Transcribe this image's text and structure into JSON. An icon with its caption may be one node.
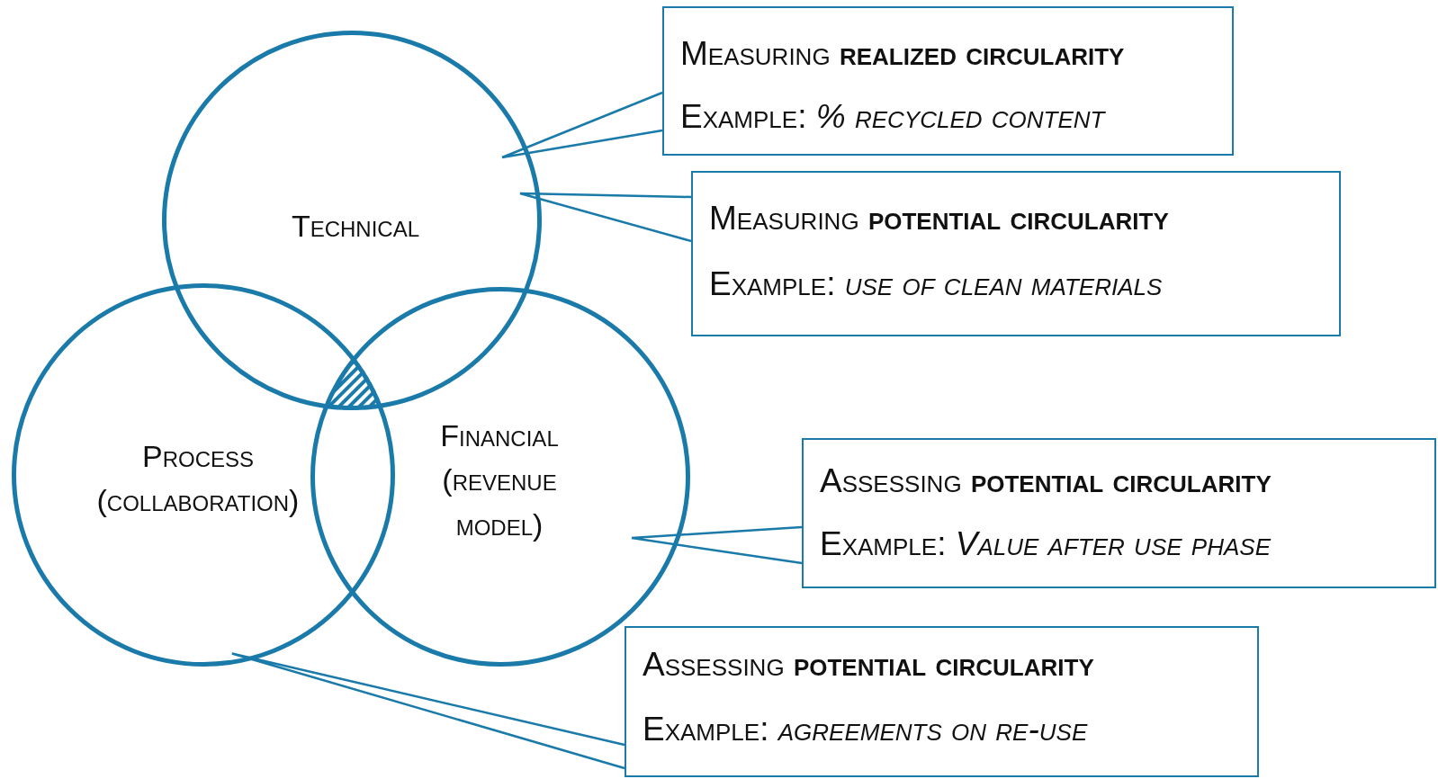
{
  "diagram": {
    "nodes": [
      {
        "text": [
          "Technical"
        ]
      },
      {
        "text": [
          "Process (collaboration)"
        ]
      },
      {
        "text": [
          "Financial (revenue model)"
        ]
      },
      {
        "text": [
          "Measuring **realized circularity**",
          "Example: *% recycled content*"
        ]
      },
      {
        "text": [
          "Measuring **potential circularity**",
          "Example: *use of clean materials*"
        ]
      },
      {
        "text": [
          "Assessing **potential circularity**",
          "Example: *Value after use phase*"
        ]
      },
      {
        "text": [
          "Assessing **potential circularity**",
          "Example: *agreements on re-use*"
        ]
      }
    ],
    "edges": [
      {
        "from": 3,
        "to": 0,
        "arrow": "none"
      },
      {
        "from": 4,
        "to": 0,
        "arrow": "none"
      },
      {
        "from": 5,
        "to": 2,
        "arrow": "none"
      },
      {
        "from": 6,
        "to": 1,
        "arrow": "none"
      }
    ]
  }
}
